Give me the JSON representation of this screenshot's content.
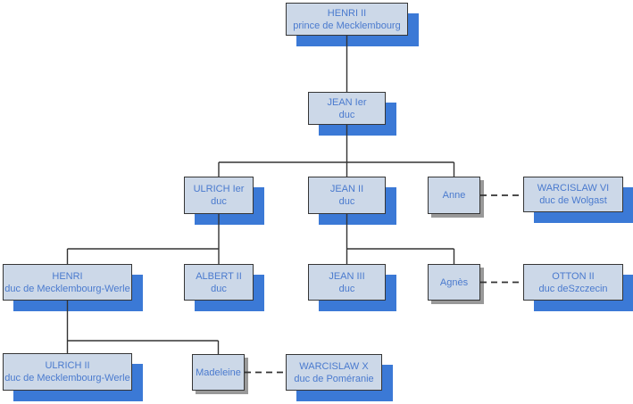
{
  "nodes": {
    "henri2": {
      "name": "HENRI II",
      "title": "prince de Mecklembourg"
    },
    "jean1": {
      "name": "JEAN Ier",
      "title": "duc"
    },
    "ulrich1": {
      "name": "ULRICH Ier",
      "title": "duc"
    },
    "jean2": {
      "name": "JEAN II",
      "title": "duc"
    },
    "anne": {
      "name": "Anne"
    },
    "warcislaw6": {
      "name": "WARCISLAW VI",
      "title": "duc de Wolgast"
    },
    "henri": {
      "name": "HENRI",
      "title": "duc de Mecklembourg-Werle"
    },
    "albert2": {
      "name": "ALBERT II",
      "title": "duc"
    },
    "jean3": {
      "name": "JEAN III",
      "title": "duc"
    },
    "agnes": {
      "name": "Agnès"
    },
    "otton2": {
      "name": "OTTON II",
      "title": "duc deSzczecin"
    },
    "ulrich2": {
      "name": "ULRICH II",
      "title": "duc de Mecklembourg-Werle"
    },
    "madeleine": {
      "name": "Madeleine"
    },
    "warcislaw10": {
      "name": "WARCISLAW X",
      "title": "duc de Poméranie"
    }
  },
  "edges": {
    "parent_child": [
      [
        "henri2",
        "jean1"
      ],
      [
        "jean1",
        "ulrich1"
      ],
      [
        "jean1",
        "jean2"
      ],
      [
        "jean1",
        "anne"
      ],
      [
        "ulrich1",
        "henri"
      ],
      [
        "ulrich1",
        "albert2"
      ],
      [
        "jean2",
        "jean3"
      ],
      [
        "jean2",
        "agnes"
      ],
      [
        "henri",
        "ulrich2"
      ],
      [
        "henri",
        "madeleine"
      ]
    ],
    "marriages": [
      [
        "anne",
        "warcislaw6"
      ],
      [
        "agnes",
        "otton2"
      ],
      [
        "madeleine",
        "warcislaw10"
      ]
    ]
  },
  "colors": {
    "background": "#ffffff",
    "box_fill": "#ccd8e8",
    "box_border": "#363636",
    "shadow_blue": "#3b79d6",
    "shadow_gray": "#999999",
    "text_blue": "#4a7ace",
    "line": "#333333"
  }
}
